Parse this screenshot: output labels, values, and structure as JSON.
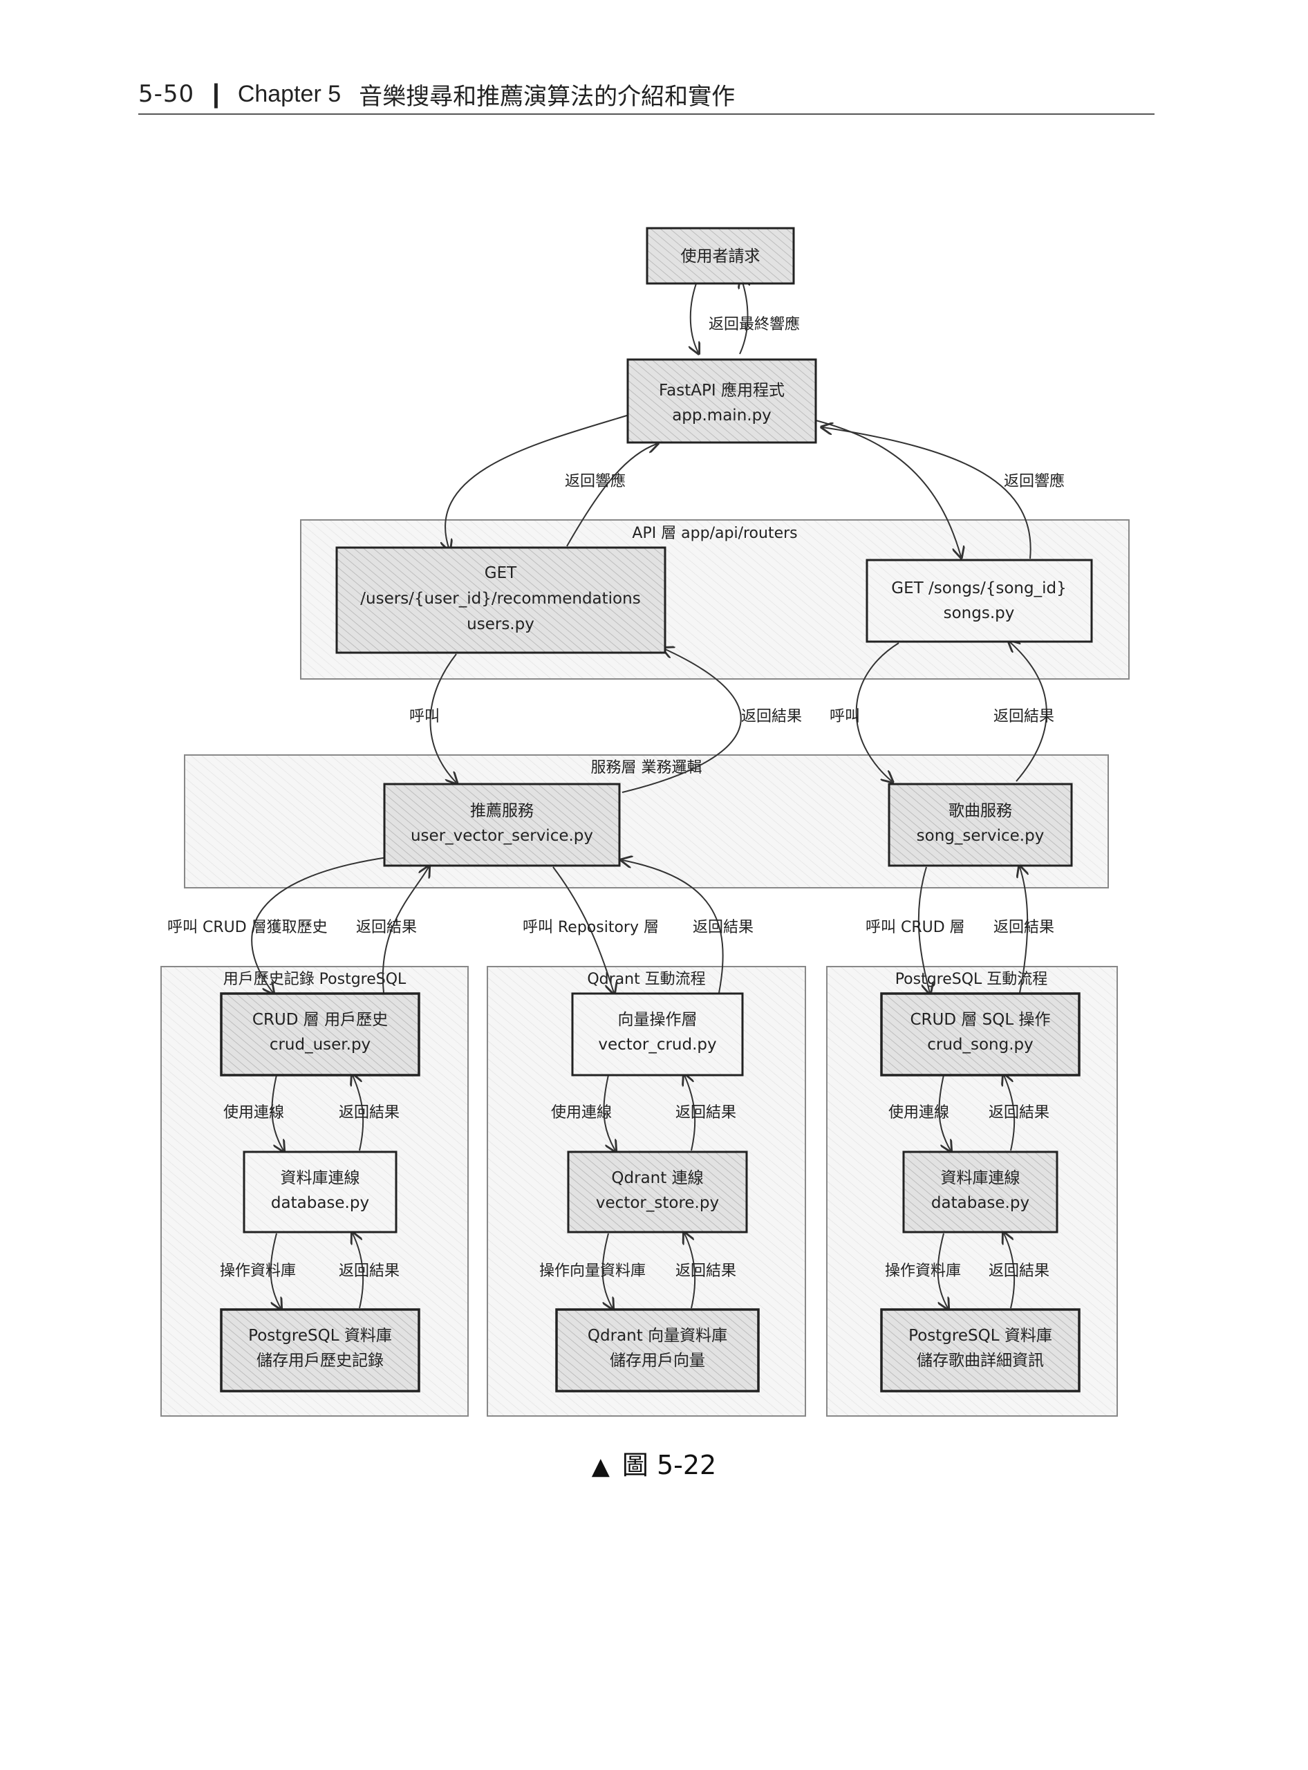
{
  "header": {
    "page_number": "5-50",
    "separator": "|",
    "chapter": "Chapter 5",
    "title": "音樂搜尋和推薦演算法的介紹和實作"
  },
  "diagram": {
    "nodes": {
      "user_request": [
        "使用者請求"
      ],
      "fastapi_app": [
        "FastAPI 應用程式",
        "app.main.py"
      ],
      "users_router": [
        "GET",
        "/users/{user_id}/recommendations",
        "users.py"
      ],
      "songs_router": [
        "GET /songs/{song_id}",
        "songs.py"
      ],
      "recommend_service": [
        "推薦服務",
        "user_vector_service.py"
      ],
      "song_service": [
        "歌曲服務",
        "song_service.py"
      ],
      "crud_user": [
        "CRUD 層 用戶歷史",
        "crud_user.py"
      ],
      "vector_crud": [
        "向量操作層",
        "vector_crud.py"
      ],
      "crud_song": [
        "CRUD 層 SQL 操作",
        "crud_song.py"
      ],
      "db_conn_left": [
        "資料庫連線",
        "database.py"
      ],
      "qdrant_conn": [
        "Qdrant 連線",
        "vector_store.py"
      ],
      "db_conn_right": [
        "資料庫連線",
        "database.py"
      ],
      "pg_history": [
        "PostgreSQL 資料庫",
        "儲存用戶歷史記錄"
      ],
      "qdrant_db": [
        "Qdrant 向量資料庫",
        "儲存用戶向量"
      ],
      "pg_songs": [
        "PostgreSQL 資料庫",
        "儲存歌曲詳細資訊"
      ]
    },
    "groups": {
      "api_layer": "API 層 app/api/routers",
      "service_layer": "服務層 業務邏輯",
      "user_history": "用戶歷史記錄 PostgreSQL",
      "qdrant_flow": "Qdrant 互動流程",
      "postgres_flow": "PostgreSQL 互動流程"
    },
    "edges": {
      "final_response": "返回最終響應",
      "response_left": "返回響應",
      "response_right": "返回響應",
      "call_left": "呼叫",
      "result_left": "返回結果",
      "call_right": "呼叫",
      "result_right": "返回結果",
      "call_crud_history": "呼叫 CRUD 層獲取歷史",
      "result_crud_history": "返回結果",
      "call_repository": "呼叫 Repository 層",
      "result_repository": "返回結果",
      "call_crud_song": "呼叫 CRUD 層",
      "result_crud_song": "返回結果",
      "use_conn_1": "使用連線",
      "result_conn_1": "返回結果",
      "use_conn_2": "使用連線",
      "result_conn_2": "返回結果",
      "use_conn_3": "使用連線",
      "result_conn_3": "返回結果",
      "op_db_1": "操作資料庫",
      "result_db_1": "返回結果",
      "op_vec_db": "操作向量資料庫",
      "result_db_2": "返回結果",
      "op_db_3": "操作資料庫",
      "result_db_3": "返回結果"
    }
  },
  "caption": {
    "marker": "▲",
    "text": "圖 5-22"
  }
}
